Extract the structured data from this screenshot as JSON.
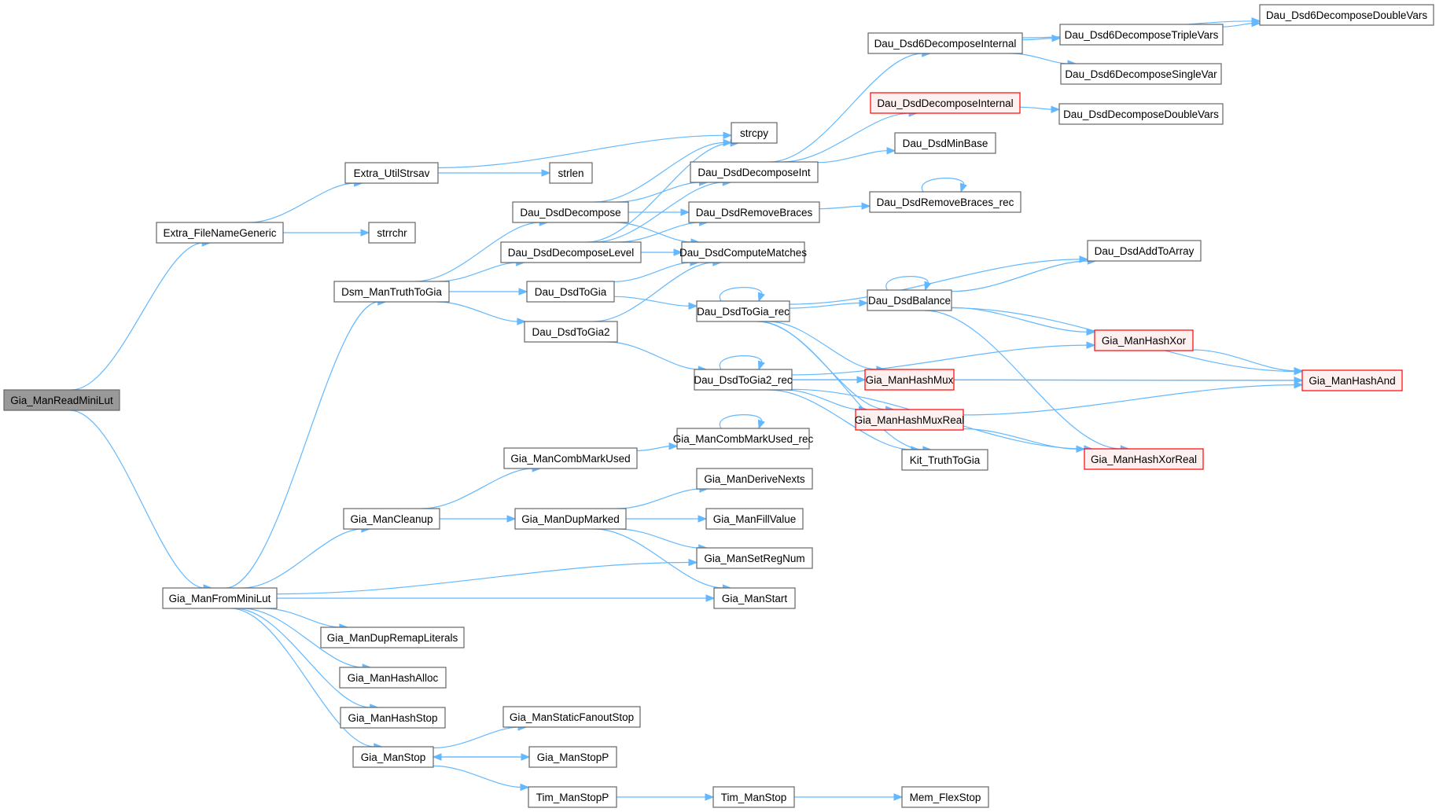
{
  "diagram": {
    "type": "call-graph",
    "root": "Gia_ManReadMiniLut",
    "colors": {
      "edge": "#63b8ff",
      "root_fill": "#999999",
      "node_border": "#666666",
      "red_border": "#ff0000",
      "red_fill": "#fff0f0"
    },
    "nodes": [
      {
        "id": "n0",
        "label": "Gia_ManReadMiniLut",
        "style": "root"
      },
      {
        "id": "n1",
        "label": "Extra_FileNameGeneric",
        "style": "normal"
      },
      {
        "id": "n2",
        "label": "Extra_UtilStrsav",
        "style": "normal"
      },
      {
        "id": "n3",
        "label": "strcpy",
        "style": "normal"
      },
      {
        "id": "n4",
        "label": "strlen",
        "style": "normal"
      },
      {
        "id": "n5",
        "label": "strrchr",
        "style": "normal"
      },
      {
        "id": "n6",
        "label": "Gia_ManFromMiniLut",
        "style": "normal"
      },
      {
        "id": "n7",
        "label": "Dsm_ManTruthToGia",
        "style": "normal"
      },
      {
        "id": "n8",
        "label": "Dau_DsdDecompose",
        "style": "normal"
      },
      {
        "id": "n9",
        "label": "Dau_DsdDecomposeLevel",
        "style": "normal"
      },
      {
        "id": "n10",
        "label": "Dau_DsdToGia",
        "style": "normal"
      },
      {
        "id": "n11",
        "label": "Dau_DsdToGia2",
        "style": "normal"
      },
      {
        "id": "n12",
        "label": "Dau_DsdDecomposeInt",
        "style": "normal"
      },
      {
        "id": "n13",
        "label": "Dau_DsdRemoveBraces",
        "style": "normal"
      },
      {
        "id": "n14",
        "label": "Dau_DsdComputeMatches",
        "style": "normal"
      },
      {
        "id": "n15",
        "label": "Dau_Dsd6DecomposeInternal",
        "style": "normal"
      },
      {
        "id": "n16",
        "label": "Dau_DsdDecomposeInternal",
        "style": "red"
      },
      {
        "id": "n17",
        "label": "Dau_DsdMinBase",
        "style": "normal"
      },
      {
        "id": "n18",
        "label": "Dau_DsdRemoveBraces_rec",
        "style": "normal"
      },
      {
        "id": "n19",
        "label": "Dau_Dsd6DecomposeDoubleVars",
        "style": "normal"
      },
      {
        "id": "n20",
        "label": "Dau_Dsd6DecomposeTripleVars",
        "style": "normal"
      },
      {
        "id": "n21",
        "label": "Dau_Dsd6DecomposeSingleVar",
        "style": "normal"
      },
      {
        "id": "n22",
        "label": "Dau_DsdDecomposeDoubleVars",
        "style": "normal"
      },
      {
        "id": "n23",
        "label": "Dau_DsdToGia_rec",
        "style": "normal"
      },
      {
        "id": "n24",
        "label": "Dau_DsdToGia2_rec",
        "style": "normal"
      },
      {
        "id": "n25",
        "label": "Dau_DsdBalance",
        "style": "normal"
      },
      {
        "id": "n26",
        "label": "Dau_DsdAddToArray",
        "style": "normal"
      },
      {
        "id": "n27",
        "label": "Gia_ManHashXor",
        "style": "red"
      },
      {
        "id": "n28",
        "label": "Gia_ManHashAnd",
        "style": "red"
      },
      {
        "id": "n29",
        "label": "Gia_ManHashMux",
        "style": "red"
      },
      {
        "id": "n30",
        "label": "Gia_ManHashMuxReal",
        "style": "red"
      },
      {
        "id": "n31",
        "label": "Gia_ManHashXorReal",
        "style": "red"
      },
      {
        "id": "n32",
        "label": "Kit_TruthToGia",
        "style": "normal"
      },
      {
        "id": "n33",
        "label": "Gia_ManCombMarkUsed_rec",
        "style": "normal"
      },
      {
        "id": "n34",
        "label": "Gia_ManCombMarkUsed",
        "style": "normal"
      },
      {
        "id": "n35",
        "label": "Gia_ManCleanup",
        "style": "normal"
      },
      {
        "id": "n36",
        "label": "Gia_ManDupMarked",
        "style": "normal"
      },
      {
        "id": "n37",
        "label": "Gia_ManDeriveNexts",
        "style": "normal"
      },
      {
        "id": "n38",
        "label": "Gia_ManFillValue",
        "style": "normal"
      },
      {
        "id": "n39",
        "label": "Gia_ManSetRegNum",
        "style": "normal"
      },
      {
        "id": "n40",
        "label": "Gia_ManStart",
        "style": "normal"
      },
      {
        "id": "n41",
        "label": "Gia_ManDupRemapLiterals",
        "style": "normal"
      },
      {
        "id": "n42",
        "label": "Gia_ManHashAlloc",
        "style": "normal"
      },
      {
        "id": "n43",
        "label": "Gia_ManHashStop",
        "style": "normal"
      },
      {
        "id": "n44",
        "label": "Gia_ManStop",
        "style": "normal"
      },
      {
        "id": "n45",
        "label": "Gia_ManStaticFanoutStop",
        "style": "normal"
      },
      {
        "id": "n46",
        "label": "Gia_ManStopP",
        "style": "normal"
      },
      {
        "id": "n47",
        "label": "Tim_ManStopP",
        "style": "normal"
      },
      {
        "id": "n48",
        "label": "Tim_ManStop",
        "style": "normal"
      },
      {
        "id": "n49",
        "label": "Mem_FlexStop",
        "style": "normal"
      }
    ],
    "edges": [
      [
        "n0",
        "n1"
      ],
      [
        "n0",
        "n6"
      ],
      [
        "n1",
        "n2"
      ],
      [
        "n1",
        "n5"
      ],
      [
        "n2",
        "n3"
      ],
      [
        "n2",
        "n4"
      ],
      [
        "n6",
        "n7"
      ],
      [
        "n6",
        "n35"
      ],
      [
        "n6",
        "n39"
      ],
      [
        "n6",
        "n40"
      ],
      [
        "n6",
        "n41"
      ],
      [
        "n6",
        "n42"
      ],
      [
        "n6",
        "n43"
      ],
      [
        "n6",
        "n44"
      ],
      [
        "n7",
        "n8"
      ],
      [
        "n7",
        "n9"
      ],
      [
        "n7",
        "n10"
      ],
      [
        "n7",
        "n11"
      ],
      [
        "n8",
        "n3"
      ],
      [
        "n8",
        "n12"
      ],
      [
        "n8",
        "n13"
      ],
      [
        "n8",
        "n14"
      ],
      [
        "n9",
        "n3"
      ],
      [
        "n9",
        "n12"
      ],
      [
        "n9",
        "n13"
      ],
      [
        "n9",
        "n14"
      ],
      [
        "n10",
        "n14"
      ],
      [
        "n10",
        "n23"
      ],
      [
        "n11",
        "n14"
      ],
      [
        "n11",
        "n24"
      ],
      [
        "n12",
        "n15"
      ],
      [
        "n12",
        "n16"
      ],
      [
        "n12",
        "n17"
      ],
      [
        "n13",
        "n18"
      ],
      [
        "n18",
        "n18"
      ],
      [
        "n15",
        "n19"
      ],
      [
        "n15",
        "n20"
      ],
      [
        "n15",
        "n21"
      ],
      [
        "n20",
        "n19"
      ],
      [
        "n16",
        "n22"
      ],
      [
        "n23",
        "n23"
      ],
      [
        "n23",
        "n25"
      ],
      [
        "n23",
        "n26"
      ],
      [
        "n23",
        "n29"
      ],
      [
        "n23",
        "n30"
      ],
      [
        "n23",
        "n32"
      ],
      [
        "n25",
        "n25"
      ],
      [
        "n25",
        "n26"
      ],
      [
        "n25",
        "n27"
      ],
      [
        "n25",
        "n28"
      ],
      [
        "n25",
        "n31"
      ],
      [
        "n24",
        "n24"
      ],
      [
        "n24",
        "n27"
      ],
      [
        "n24",
        "n29"
      ],
      [
        "n24",
        "n30"
      ],
      [
        "n24",
        "n32"
      ],
      [
        "n24",
        "n31"
      ],
      [
        "n24",
        "n28"
      ],
      [
        "n27",
        "n28"
      ],
      [
        "n29",
        "n28"
      ],
      [
        "n30",
        "n28"
      ],
      [
        "n30",
        "n31"
      ],
      [
        "n35",
        "n34"
      ],
      [
        "n35",
        "n36"
      ],
      [
        "n34",
        "n33"
      ],
      [
        "n33",
        "n33"
      ],
      [
        "n36",
        "n37"
      ],
      [
        "n36",
        "n38"
      ],
      [
        "n36",
        "n39"
      ],
      [
        "n36",
        "n40"
      ],
      [
        "n44",
        "n45"
      ],
      [
        "n44",
        "n46"
      ],
      [
        "n44",
        "n47"
      ],
      [
        "n46",
        "n44"
      ],
      [
        "n47",
        "n48"
      ],
      [
        "n48",
        "n49"
      ]
    ]
  }
}
